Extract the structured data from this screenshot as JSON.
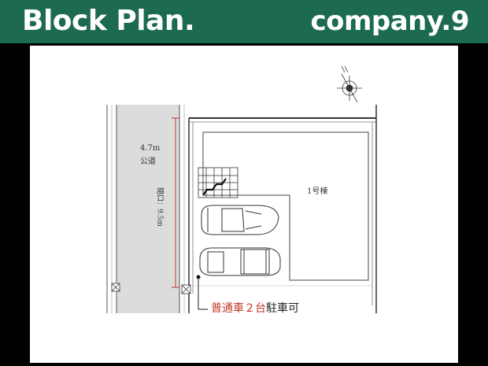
{
  "header": {
    "title": "Block Plan.",
    "company": "company.9",
    "background_color": "#1d6b4e",
    "text_color": "#ffffff"
  },
  "plan": {
    "road_width": "4.7m",
    "road_name": "公道",
    "frontage_label": "間口：9.5m",
    "building_label": "1号棟",
    "parking_note_red": "普通車２台",
    "parking_note_black": "駐車可",
    "north_arrow_icon": "compass-north-icon",
    "accent_color": "#c0392b",
    "road_color": "#dcdcdc"
  }
}
